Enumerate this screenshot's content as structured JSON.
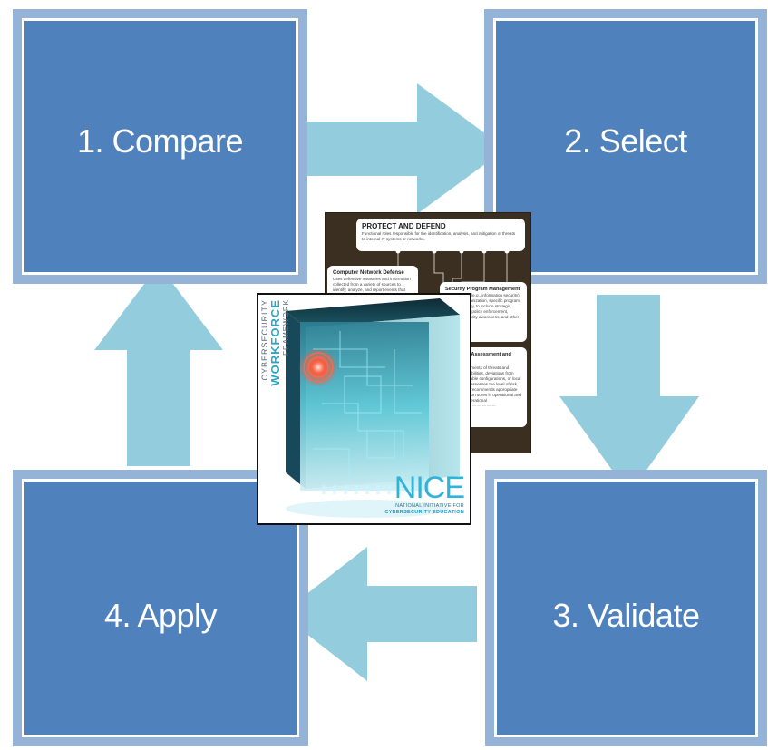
{
  "steps": [
    {
      "label": "1. Compare"
    },
    {
      "label": "2. Select"
    },
    {
      "label": "3. Validate"
    },
    {
      "label": "4. Apply"
    }
  ],
  "colors": {
    "box_fill": "#4f81bd",
    "box_border": "#94b3d7",
    "arrow": "#93cddd",
    "text": "#ffffff"
  },
  "brochure": {
    "header_title": "PROTECT AND DEFEND",
    "header_text": "Functional roles responsible for the identification, analysis, and mitigation of threats to internal IT systems or networks.",
    "box1_title": "Computer Network Defense",
    "box1_text": "Uses defensive measures and information collected from a variety of sources to identify, analyze, and report events that occur or might occur within the network in order to protect",
    "box2_title": "Security Program Management",
    "box2_text": "ment security (e.g., information security) within the organization, specific program, of responsibility, to include strategic, infrastructure, policy enforcement, planning, security awareness, and other g, CIO)",
    "box3_title": "bility Assessment and ment",
    "box3_text": "assessments of threats and vulnerabilities, deviations from acceptable configurations, or local policy, assesses the level of risk, and/or recommends appropriate mitigation sures in operational and non-operational"
  },
  "cover": {
    "side_line1": "CYBERSECURITY",
    "side_line2": "WORKFORCE",
    "side_line3": "FRAMEWORK",
    "logo": "NICE",
    "logo_sub1": "NATIONAL INITIATIVE FOR",
    "logo_sub2": "CYBERSECURITY EDUCATION"
  }
}
